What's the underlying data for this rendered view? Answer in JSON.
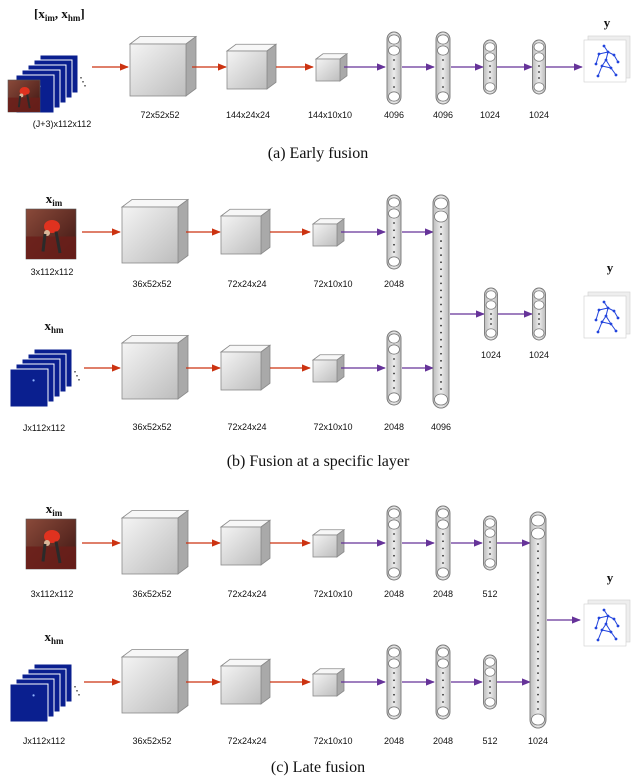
{
  "colors": {
    "conv_arrow": "#cc3311",
    "fc_arrow": "#663399",
    "heatmap_blue": "#0a1f8f",
    "pose_blue": "#2244dd",
    "layer_fill": "#d9d9d9"
  },
  "icons": [
    "input-image-icon",
    "heatmap-stack-icon",
    "pose-skeleton-icon"
  ],
  "panel_a": {
    "caption": "(a) Early fusion",
    "input_label": "[x",
    "input_sub1": "im",
    "input_sep": ", x",
    "input_sub2": "hm",
    "input_close": "]",
    "input_dims": "(J+3)x112x112",
    "conv_dims": [
      "72x52x52",
      "144x24x24",
      "144x10x10"
    ],
    "fc_dims": [
      "4096",
      "4096",
      "1024",
      "1024"
    ],
    "output_label": "y"
  },
  "panel_b": {
    "caption": "(b) Fusion at a specific layer",
    "image_label": "x",
    "image_sub": "im",
    "image_dims": "3x112x112",
    "heatmap_label": "x",
    "heatmap_sub": "hm",
    "heatmap_dims": "Jx112x112",
    "conv_dims": [
      "36x52x52",
      "72x24x24",
      "72x10x10"
    ],
    "conv_dims_bottom": [
      "36x52x52",
      "72x24x24",
      "72x10x10"
    ],
    "branch_fc_top": "2048",
    "branch_fc_bottom": "2048",
    "fused_fc": "4096",
    "fc_after": [
      "1024",
      "1024"
    ],
    "output_label": "y"
  },
  "panel_c": {
    "caption": "(c) Late fusion",
    "image_label": "x",
    "image_sub": "im",
    "image_dims": "3x112x112",
    "heatmap_label": "x",
    "heatmap_sub": "hm",
    "heatmap_dims": "Jx112x112",
    "conv_dims": [
      "36x52x52",
      "72x24x24",
      "72x10x10"
    ],
    "conv_dims_bottom": [
      "36x52x52",
      "72x24x24",
      "72x10x10"
    ],
    "fc_top": [
      "2048",
      "2048",
      "512"
    ],
    "fc_bottom": [
      "2048",
      "2048",
      "512"
    ],
    "fused_fc": "1024",
    "output_label": "y"
  }
}
